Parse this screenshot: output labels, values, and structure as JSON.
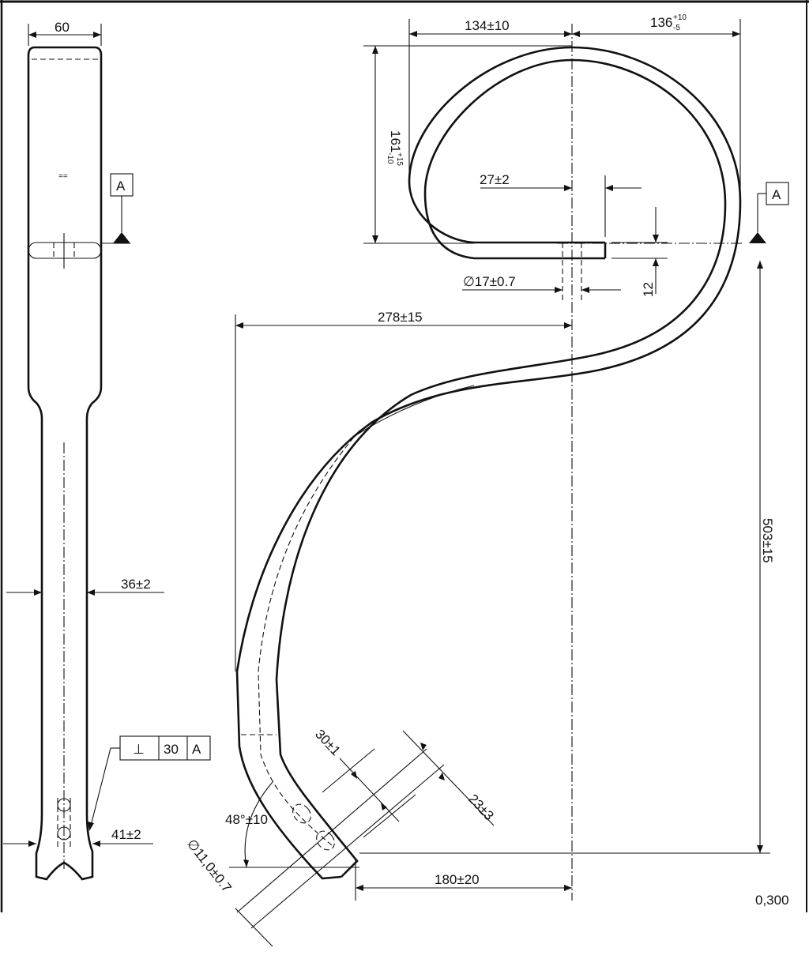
{
  "side_view": {
    "width_top": "60",
    "datum_label": "A",
    "mid_marks": "==",
    "width_shank": "36±2",
    "width_tip": "41±2",
    "tolerance_symbol": "⊥",
    "tolerance_value": "30",
    "tolerance_datum": "A"
  },
  "front_view": {
    "horizontal_left": "134±10",
    "horizontal_right_base": "136",
    "horizontal_right_upper": "+10",
    "horizontal_right_lower": "-5",
    "loop_height_base": "161",
    "loop_height_upper": "+15",
    "loop_height_lower": "-10",
    "offset": "27±2",
    "thickness": "12",
    "hole_diameter": "∅17±0.7",
    "reach": "278±15",
    "datum_label": "A",
    "total_height": "503±15",
    "tip_width": "30±1",
    "tip_spacing": "23±3",
    "tip_angle": "48°±10",
    "tip_hole": "∅11,0±0.7",
    "tip_offset": "180±20"
  },
  "scale_note": "0,300"
}
